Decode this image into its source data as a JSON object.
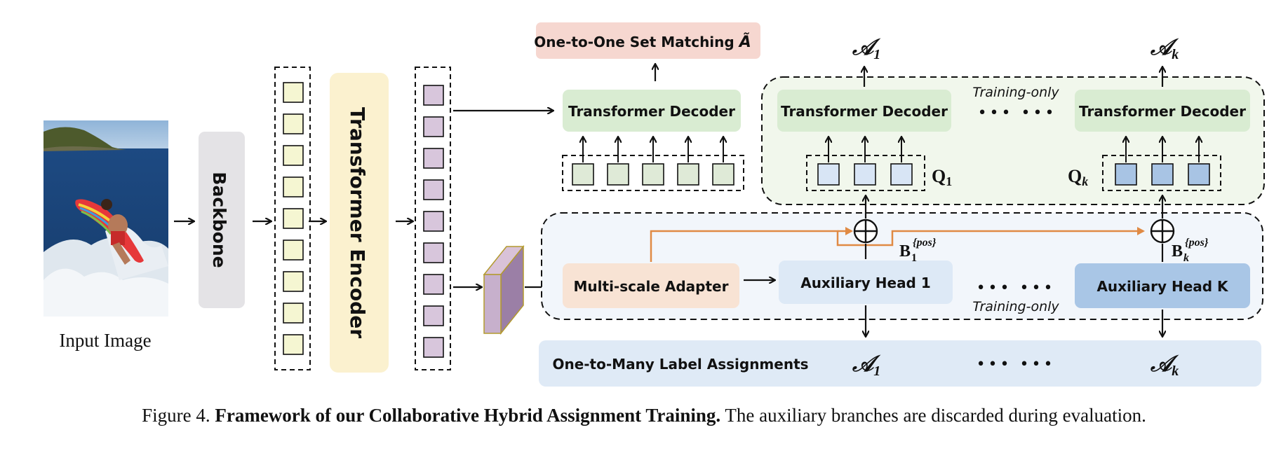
{
  "input": {
    "label": "Input Image"
  },
  "backbone": {
    "label": "Backbone"
  },
  "encoder": {
    "label": "Transformer Encoder"
  },
  "one_to_one": {
    "label": "One-to-One Set Matching",
    "symbol": "Ã"
  },
  "decoders": {
    "main_label": "Transformer Decoder",
    "branch1_label": "Transformer Decoder",
    "branchk_label": "Transformer Decoder",
    "training_only_top": "Training-only",
    "ellipsis_top": "••• •••"
  },
  "outputs": {
    "a1": "𝒜",
    "a1_sub": "1",
    "ak": "𝒜",
    "ak_sub": "k"
  },
  "queries": {
    "q1": "Q",
    "q1_sub": "1",
    "qk": "Q",
    "qk_sub": "k"
  },
  "aux": {
    "adapter_label": "Multi-scale Adapter",
    "head1_label": "Auxiliary Head 1",
    "headk_label": "Auxiliary Head K",
    "ellipsis_mid": "••• •••",
    "training_only_bottom": "Training-only",
    "b1": "B",
    "b1_sub": "1",
    "b1_sup": "{pos}",
    "bk": "B",
    "bk_sub": "k",
    "bk_sup": "{pos}"
  },
  "one_to_many": {
    "label": "One-to-Many Label Assignments",
    "a1": "𝒜",
    "a1_sub": "1",
    "ellipsis": "••• •••",
    "ak": "𝒜",
    "ak_sub": "k"
  },
  "caption": {
    "prefix": "Figure 4.",
    "title": "Framework of our Collaborative Hybrid Assignment Training.",
    "text": "The auxiliary branches are discarded during evaluation."
  },
  "colors": {
    "decoder_green": "#d9ecd2",
    "training_bg": "#f1f7ec",
    "aux_bg": "#f2f6fb",
    "adapter_peach": "#f8e3d4",
    "head1_blue": "#dde9f6",
    "headk_blue": "#a9c6e6",
    "onetomany_bg": "#dfeaf6",
    "onetoone_pink": "#f6d7d0",
    "encoder_yellow": "#fbf1cf",
    "backbone_gray": "#e4e3e6",
    "token_yellow": "#f5f6d2",
    "token_purple": "#d8c6dc",
    "query_green": "#dfead7",
    "query_blue_light": "#d8e5f5",
    "query_blue_dark": "#a8c4e4",
    "orange_arrow": "#e08a44"
  }
}
